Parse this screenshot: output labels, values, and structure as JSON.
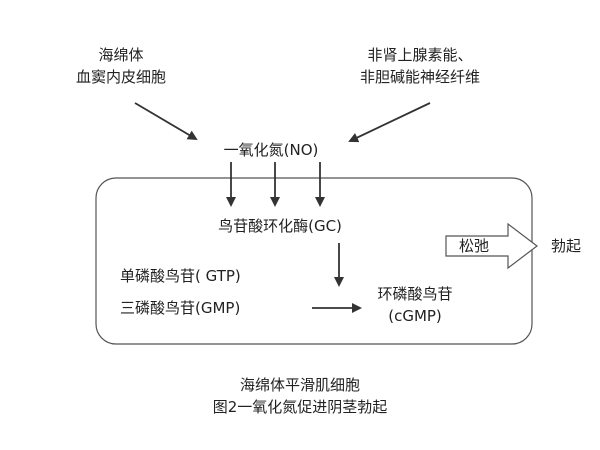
{
  "diagram": {
    "sources": {
      "left": {
        "line1": "海绵体",
        "line2": "血窦内皮细胞"
      },
      "right": {
        "line1": "非肾上腺素能、",
        "line2": "非胆碱能神经纤维"
      }
    },
    "nodes": {
      "no": "一氧化氮(NO)",
      "gc": "鸟苷酸环化酶(GC)",
      "gtp": "单磷酸鸟苷( GTP)",
      "gmp": "三磷酸鸟苷(GMP)",
      "cgmp_line1": "环磷酸鸟苷",
      "cgmp_line2": "(cGMP)",
      "relax": "松弛",
      "erection": "勃起"
    },
    "caption": {
      "line1": "海绵体平滑肌细胞",
      "line2": "图2一氧化氮促进阴茎勃起"
    },
    "colors": {
      "text": "#222222",
      "stroke": "#333333",
      "background": "#ffffff"
    }
  }
}
